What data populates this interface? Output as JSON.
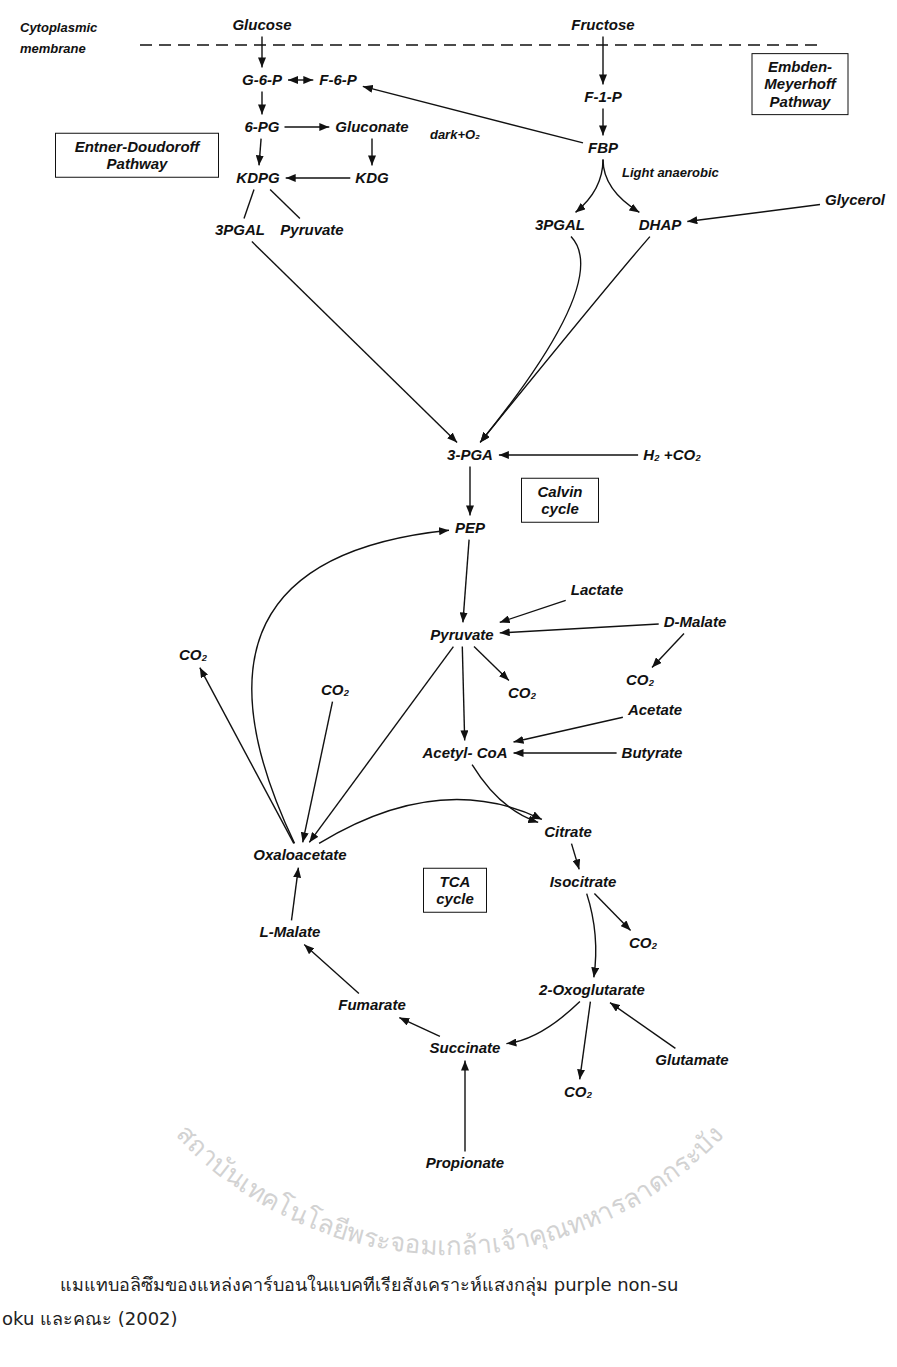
{
  "diagram": {
    "caption": "แมแทบอลิซึมของแหล่งคาร์บอนในแบคทีเรียสังเคราะห์แสงกลุ่ม purple non-su",
    "nodes": [
      {
        "text": [
          "Glucose"
        ]
      },
      {
        "text": [
          "Fructose"
        ]
      },
      {
        "text": [
          "G-6-P"
        ]
      },
      {
        "text": [
          "F-6-P"
        ]
      },
      {
        "text": [
          "Embden-Meyerhoff Pathway"
        ]
      },
      {
        "text": [
          "F-1-P"
        ]
      },
      {
        "text": [
          "Entner-Doudoroff Pathway"
        ]
      },
      {
        "text": [
          "6-PG"
        ]
      },
      {
        "text": [
          "Gluconate"
        ]
      },
      {
        "text": [
          "FBP"
        ]
      },
      {
        "text": [
          "KDPG"
        ]
      },
      {
        "text": [
          "KDG"
        ]
      },
      {
        "text": [
          "Glycerol"
        ]
      },
      {
        "text": [
          "3PGAL"
        ]
      },
      {
        "text": [
          "Pyruvate"
        ]
      },
      {
        "text": [
          "3PGAL"
        ]
      },
      {
        "text": [
          "DHAP"
        ]
      },
      {
        "text": [
          "3-PGA"
        ]
      },
      {
        "text": [
          "H₂ +CO₂"
        ]
      },
      {
        "text": [
          "Calvin cycle"
        ]
      },
      {
        "text": [
          "PEP"
        ]
      },
      {
        "text": [
          "Lactate"
        ]
      },
      {
        "text": [
          "D-Malate"
        ]
      },
      {
        "text": [
          "Pyruvate"
        ]
      },
      {
        "text": [
          "CO₂"
        ]
      },
      {
        "text": [
          "CO₂"
        ]
      },
      {
        "text": [
          "CO₂"
        ]
      },
      {
        "text": [
          "CO₂"
        ]
      },
      {
        "text": [
          "Acetate"
        ]
      },
      {
        "text": [
          "Acetyl- CoA"
        ]
      },
      {
        "text": [
          "Butyrate"
        ]
      },
      {
        "text": [
          "Citrate"
        ]
      },
      {
        "text": [
          "Oxaloacetate"
        ]
      },
      {
        "text": [
          "Isocitrate"
        ]
      },
      {
        "text": [
          "TCA cycle"
        ]
      },
      {
        "text": [
          "L-Malate"
        ]
      },
      {
        "text": [
          "CO₂"
        ]
      },
      {
        "text": [
          "2-Oxoglutarate"
        ]
      },
      {
        "text": [
          "Fumarate"
        ]
      },
      {
        "text": [
          "Succinate"
        ]
      },
      {
        "text": [
          "Glutamate"
        ]
      },
      {
        "text": [
          "CO₂"
        ]
      },
      {
        "text": [
          "Propionate"
        ]
      }
    ],
    "edges": [
      {
        "from": 0,
        "to": 2,
        "arrow": "to"
      },
      {
        "from": 2,
        "to": 3,
        "arrow": "both"
      },
      {
        "from": 2,
        "to": 7,
        "arrow": "to"
      },
      {
        "from": 7,
        "to": 8,
        "arrow": "to"
      },
      {
        "from": 8,
        "to": 11,
        "arrow": "to"
      },
      {
        "from": 11,
        "to": 10,
        "arrow": "to"
      },
      {
        "from": 7,
        "to": 10,
        "arrow": "to"
      },
      {
        "from": 9,
        "to": 3,
        "label": "dark+O₂",
        "arrow": "to"
      },
      {
        "from": 1,
        "to": 5,
        "arrow": "to"
      },
      {
        "from": 5,
        "to": 9,
        "arrow": "to"
      },
      {
        "from": 10,
        "to": 13,
        "arrow": "none"
      },
      {
        "from": 10,
        "to": 14,
        "arrow": "none"
      },
      {
        "from": 9,
        "to": 15,
        "arrow": "to"
      },
      {
        "from": 9,
        "to": 16,
        "arrow": "to"
      },
      {
        "from": 12,
        "to": 16,
        "arrow": "to"
      },
      {
        "from": 13,
        "to": 17,
        "arrow": "to"
      },
      {
        "from": 15,
        "to": 17,
        "arrow": "to"
      },
      {
        "from": 16,
        "to": 17,
        "arrow": "to"
      },
      {
        "from": 18,
        "to": 17,
        "arrow": "to"
      },
      {
        "from": 17,
        "to": 20,
        "arrow": "to"
      },
      {
        "from": 20,
        "to": 23,
        "arrow": "to"
      },
      {
        "from": 21,
        "to": 23,
        "arrow": "to"
      },
      {
        "from": 22,
        "to": 23,
        "arrow": "to"
      },
      {
        "from": 22,
        "to": 25,
        "arrow": "to"
      },
      {
        "from": 23,
        "to": 29,
        "arrow": "to"
      },
      {
        "from": 23,
        "to": 27,
        "arrow": "to"
      },
      {
        "from": 28,
        "to": 29,
        "arrow": "to"
      },
      {
        "from": 30,
        "to": 29,
        "arrow": "to"
      },
      {
        "from": 23,
        "to": 32,
        "arrow": "to"
      },
      {
        "from": 26,
        "to": 32,
        "arrow": "to"
      },
      {
        "from": 32,
        "to": 20,
        "arrow": "to"
      },
      {
        "from": 32,
        "to": 24,
        "arrow": "to"
      },
      {
        "from": 29,
        "to": 31,
        "arrow": "to"
      },
      {
        "from": 32,
        "to": 31,
        "arrow": "to"
      },
      {
        "from": 31,
        "to": 33,
        "arrow": "to"
      },
      {
        "from": 33,
        "to": 37,
        "arrow": "to"
      },
      {
        "from": 33,
        "to": 36,
        "arrow": "to"
      },
      {
        "from": 40,
        "to": 37,
        "arrow": "to"
      },
      {
        "from": 37,
        "to": 39,
        "arrow": "to"
      },
      {
        "from": 37,
        "to": 41,
        "arrow": "to"
      },
      {
        "from": 42,
        "to": 39,
        "arrow": "to"
      },
      {
        "from": 39,
        "to": 38,
        "arrow": "to"
      },
      {
        "from": 38,
        "to": 35,
        "arrow": "to"
      },
      {
        "from": 35,
        "to": 32,
        "arrow": "to"
      }
    ],
    "labels": [
      "Cytoplasmic membrane",
      "Light anaerobic",
      "สถาบันเทคโนโลยีพระจอมเกล้าเจ้าคุณทหารลาดกระบัง",
      "oku และคณะ (2002)"
    ]
  }
}
